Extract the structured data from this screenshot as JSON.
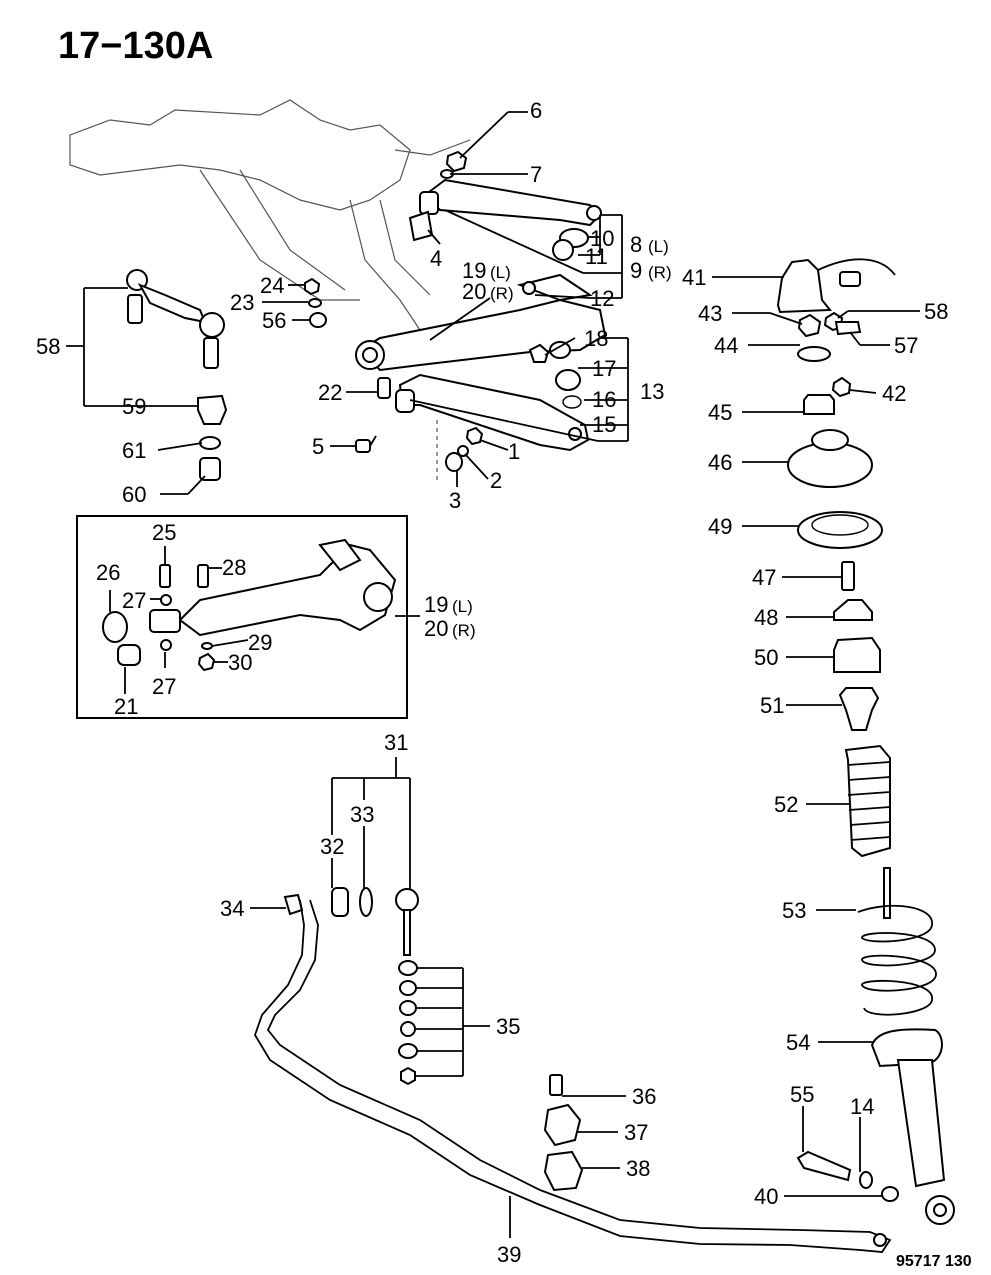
{
  "header": {
    "title": "17−130A"
  },
  "footer": {
    "code": "95717  130"
  },
  "colors": {
    "ink": "#000000",
    "paper": "#ffffff"
  },
  "callouts": {
    "c1": "1",
    "c2": "2",
    "c3": "3",
    "c4": "4",
    "c5": "5",
    "c6": "6",
    "c7": "7",
    "c8": "8",
    "c9": "9",
    "c10": "10",
    "c11": "11",
    "c12": "12",
    "c13": "13",
    "c14": "14",
    "c15": "15",
    "c16": "16",
    "c17": "17",
    "c18": "18",
    "c19a": "19",
    "c20a": "20",
    "c19b": "19",
    "c20b": "20",
    "c21": "21",
    "c22": "22",
    "c23": "23",
    "c24": "24",
    "c25": "25",
    "c26": "26",
    "c27a": "27",
    "c27b": "27",
    "c28": "28",
    "c29": "29",
    "c30": "30",
    "c31": "31",
    "c32": "32",
    "c33": "33",
    "c34": "34",
    "c35": "35",
    "c36": "36",
    "c37": "37",
    "c38": "38",
    "c39": "39",
    "c40": "40",
    "c41": "41",
    "c42": "42",
    "c43": "43",
    "c44": "44",
    "c45": "45",
    "c46": "46",
    "c47": "47",
    "c48": "48",
    "c49": "49",
    "c50": "50",
    "c51": "51",
    "c52": "52",
    "c53": "53",
    "c54": "54",
    "c55": "55",
    "c56": "56",
    "c57": "57",
    "c58a": "58",
    "c58b": "58",
    "c59": "59",
    "c60": "60",
    "c61": "61"
  },
  "side_markers": {
    "left": "(L)",
    "right": "(R)"
  }
}
